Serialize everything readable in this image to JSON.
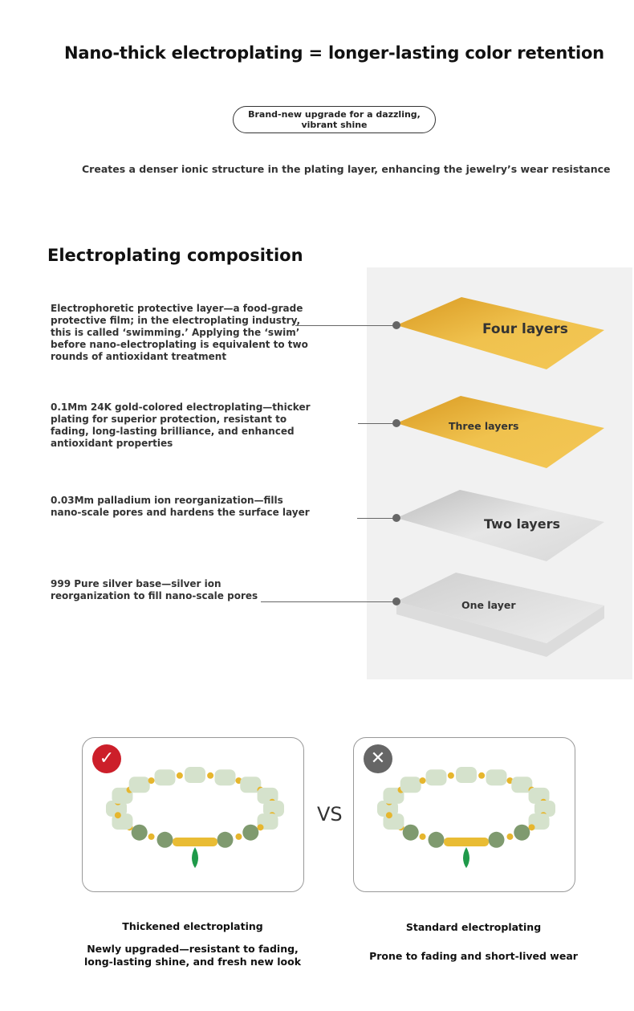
{
  "header": {
    "title": "Nano-thick electroplating = longer-lasting color retention",
    "pill": "Brand-new upgrade for a dazzling, vibrant shine",
    "subtitle": "Creates a denser ionic structure in the plating layer, enhancing the jewelry’s wear resistance"
  },
  "composition": {
    "title": "Electroplating composition",
    "layers": [
      {
        "description": "Electrophoretic protective layer—a food-grade protective film; in the electroplating industry, this is called ‘swimming.’ Applying the ‘swim’ before nano-electroplating is equivalent to two rounds of antioxidant treatment",
        "label": "Four layers",
        "color": "#e9b23a"
      },
      {
        "description": "0.1Mm 24K gold-colored electroplating—thicker plating for superior protection, resistant to fading, long-lasting brilliance, and enhanced antioxidant properties",
        "label": "Three layers",
        "color": "#ebb53d"
      },
      {
        "description": "0.03Mm palladium ion reorganization—fills nano-scale pores and hardens the surface layer",
        "label": "Two layers",
        "color": "#d2d2d2"
      },
      {
        "description": "999 Pure silver base—silver ion reorganization to fill nano-scale pores",
        "label": "One layer",
        "color": "#e2e2e2"
      }
    ]
  },
  "comparison": {
    "vs": "VS",
    "left": {
      "icon": "check-icon",
      "badge_color": "#cc1f2a",
      "title": "Thickened electroplating",
      "description": "Newly upgraded—resistant to fading, long-lasting shine, and fresh new look"
    },
    "right": {
      "icon": "x-icon",
      "badge_color": "#666666",
      "title": "Standard electroplating",
      "description": "Prone to fading and short-lived wear"
    }
  }
}
